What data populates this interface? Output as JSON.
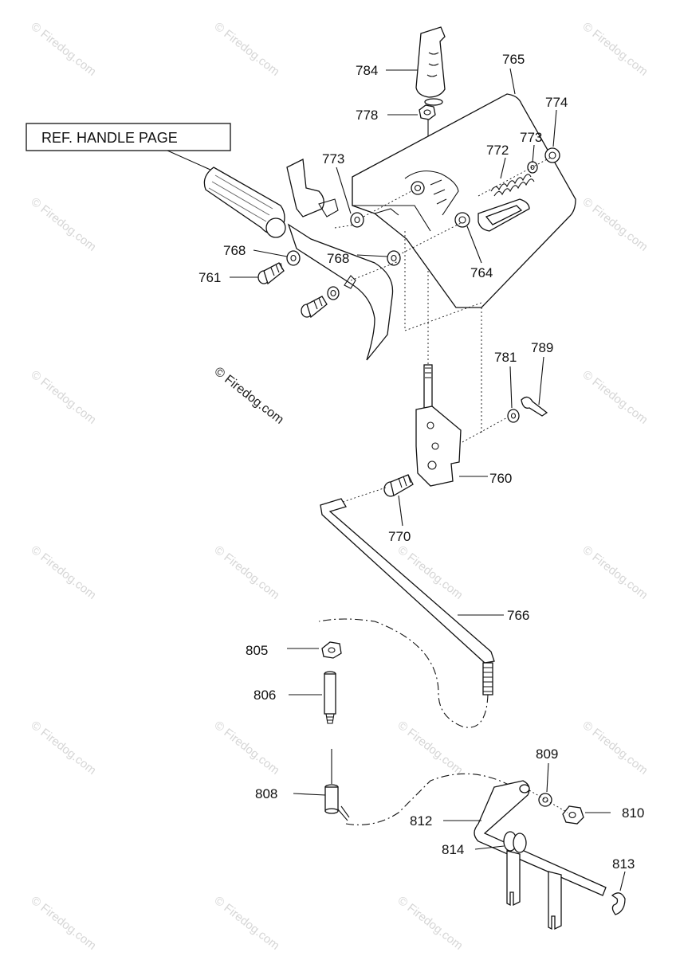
{
  "ref_box": {
    "text": "REF. HANDLE PAGE"
  },
  "copyright": "© Firedog.com",
  "watermark": "© Firedog.com",
  "labels": {
    "p784": "784",
    "p765": "765",
    "p778": "778",
    "p774": "774",
    "p773a": "773",
    "p773b": "773",
    "p772": "772",
    "p768a": "768",
    "p768b": "768",
    "p761": "761",
    "p764": "764",
    "p781": "781",
    "p789": "789",
    "p760": "760",
    "p770": "770",
    "p766": "766",
    "p805": "805",
    "p806": "806",
    "p808": "808",
    "p809": "809",
    "p810": "810",
    "p812": "812",
    "p814": "814",
    "p813": "813"
  }
}
